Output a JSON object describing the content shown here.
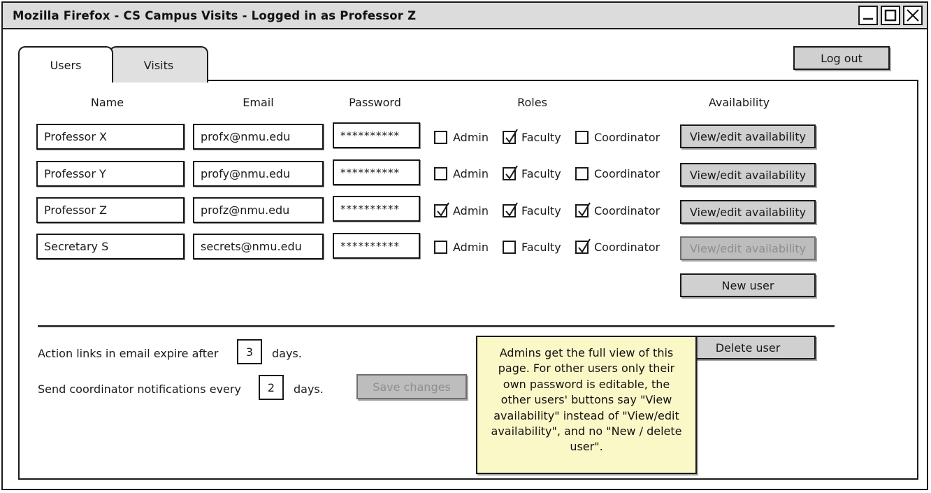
{
  "window": {
    "title": "Mozilla Firefox - CS Campus Visits - Logged in as Professor Z",
    "controls": [
      {
        "name": "minimize",
        "glyph": "_"
      },
      {
        "name": "maximize",
        "glyph": "square"
      },
      {
        "name": "close",
        "glyph": "x"
      }
    ]
  },
  "tabs": [
    {
      "label": "Users",
      "active": true
    },
    {
      "label": "Visits",
      "active": false
    }
  ],
  "header": {
    "logout_label": "Log out"
  },
  "table": {
    "columns": [
      "Name",
      "Email",
      "Password",
      "Roles",
      "Availability"
    ],
    "role_names": [
      "Admin",
      "Faculty",
      "Coordinator"
    ],
    "rows": [
      {
        "name": "Professor X",
        "email": "profx@nmu.edu",
        "password": "**********",
        "roles": [
          false,
          true,
          false
        ],
        "availability_label": "View/edit availability",
        "availability_disabled": false
      },
      {
        "name": "Professor Y",
        "email": "profy@nmu.edu",
        "password": "**********",
        "roles": [
          false,
          true,
          false
        ],
        "availability_label": "View/edit availability",
        "availability_disabled": false
      },
      {
        "name": "Professor Z",
        "email": "profz@nmu.edu",
        "password": "**********",
        "roles": [
          true,
          true,
          true
        ],
        "availability_label": "View/edit availability",
        "availability_disabled": false
      },
      {
        "name": "Secretary S",
        "email": "secrets@nmu.edu",
        "password": "**********",
        "roles": [
          false,
          false,
          true
        ],
        "availability_label": "View/edit availability",
        "availability_disabled": true
      }
    ],
    "new_user_label": "New user",
    "delete_user_label": "Delete user"
  },
  "settings": {
    "expire_prefix": "Action links in email expire after",
    "expire_value": "3",
    "expire_suffix": "days.",
    "notify_prefix": "Send coordinator notifications every",
    "notify_value": "2",
    "notify_suffix": "days.",
    "save_label": "Save changes",
    "save_disabled": true
  },
  "note": {
    "text": "Admins get the full view of this page. For other users only their own password is editable, the other users' buttons say \"View availability\" instead of \"View/edit availability\", and no \"New / delete user\"."
  },
  "colors": {
    "titlebar": "#dcdcdc",
    "button": "#d0d0d0",
    "button_disabled": "#bdbdbd",
    "button_disabled_text": "#8e8e8e",
    "tab_inactive": "#e0e0e0",
    "note": "#fbf8c8",
    "ink": "#1a1a1a"
  }
}
